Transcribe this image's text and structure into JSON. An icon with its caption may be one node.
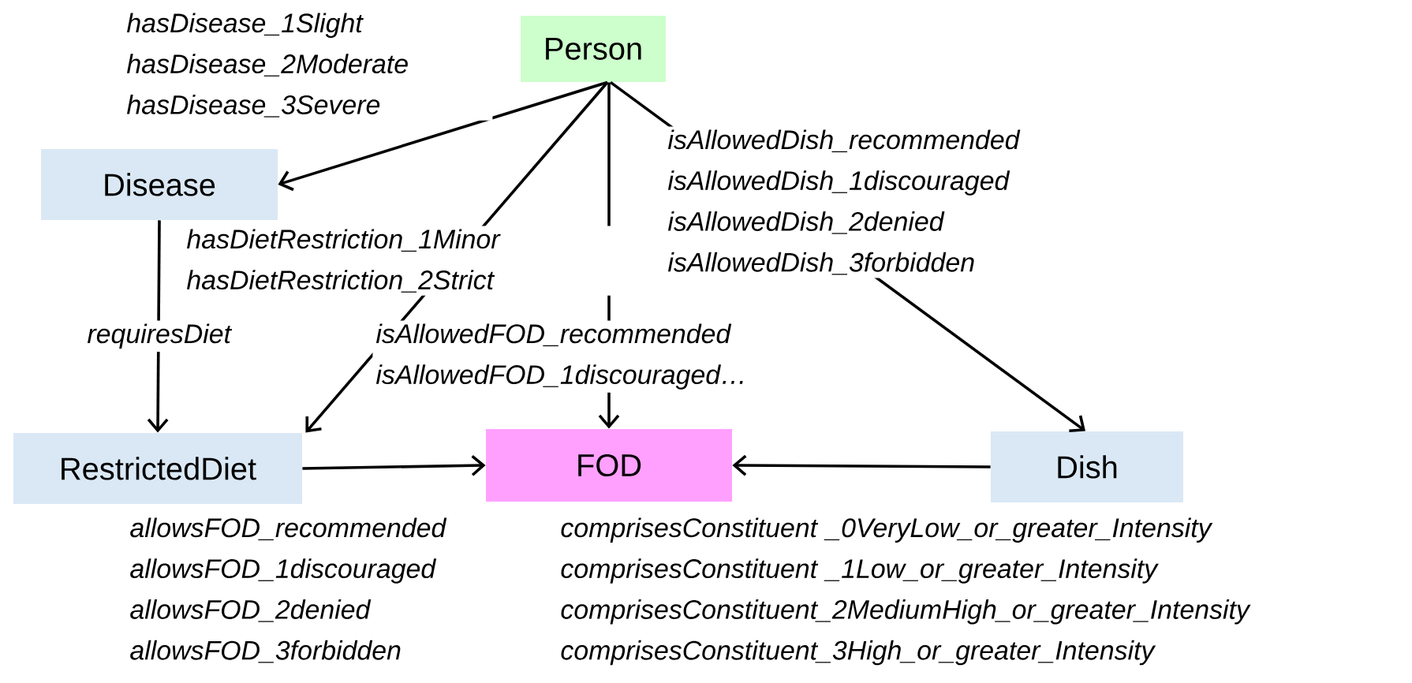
{
  "diagram": {
    "nodes": [
      {
        "text": [
          "Person"
        ]
      },
      {
        "text": [
          "Disease"
        ]
      },
      {
        "text": [
          "RestrictedDiet"
        ]
      },
      {
        "text": [
          "FOD"
        ]
      },
      {
        "text": [
          "Dish"
        ]
      }
    ],
    "edges": [
      {
        "from": 0,
        "to": 1,
        "arrow": "to",
        "label": "hasDisease_1Slight hasDisease_2Moderate hasDisease_3Severe"
      },
      {
        "from": 0,
        "to": 2,
        "arrow": "to",
        "label": "hasDietRestriction_1Minor hasDietRestriction_2Strict"
      },
      {
        "from": 0,
        "to": 3,
        "arrow": "to",
        "label": "isAllowedFOD_recommended isAllowedFOD_1discouraged…"
      },
      {
        "from": 0,
        "to": 4,
        "arrow": "to",
        "label": "isAllowedDish_recommended isAllowedDish_1discouraged isAllowedDish_2denied isAllowedDish_3forbidden"
      },
      {
        "from": 1,
        "to": 2,
        "arrow": "to",
        "label": "requiresDiet"
      },
      {
        "from": 2,
        "to": 3,
        "arrow": "to",
        "label": "allowsFOD_recommended allowsFOD_1discouraged allowsFOD_2denied allowsFOD_3forbidden"
      },
      {
        "from": 4,
        "to": 3,
        "arrow": "to",
        "label": "comprisesConstituent _0VeryLow_or_greater_Intensity comprisesConstituent _1Low_or_greater_Intensity comprisesConstituent_2MediumHigh_or_greater_Intensity comprisesConstituent_3High_or_greater_Intensity"
      }
    ]
  }
}
